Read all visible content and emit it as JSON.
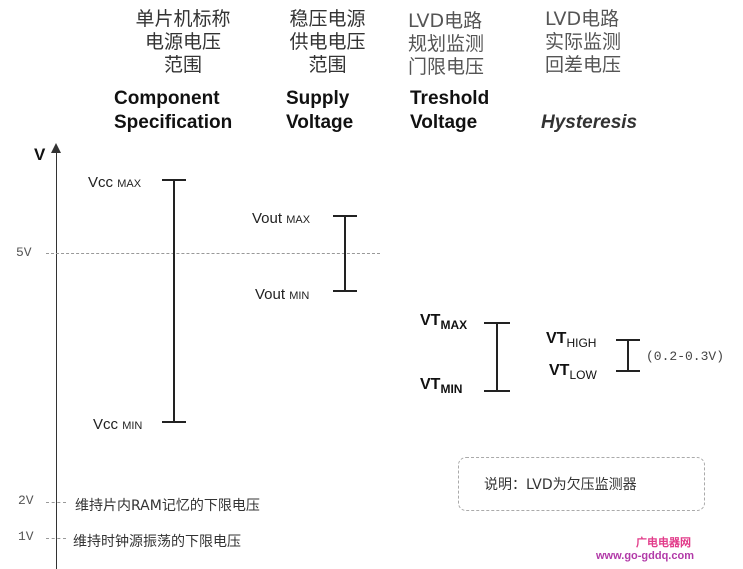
{
  "columns": [
    {
      "cn": [
        "单片机标称",
        "电源电压",
        "范围"
      ],
      "en": [
        "Component",
        "Specification"
      ]
    },
    {
      "cn": [
        "稳压电源",
        "供电电压",
        "范围"
      ],
      "en": [
        "Supply",
        "Voltage"
      ]
    },
    {
      "cn": [
        "LVD电路",
        "规划监测",
        "门限电压"
      ],
      "en": [
        "Treshold",
        "Voltage"
      ]
    },
    {
      "cn": [
        "LVD电路",
        "实际监测",
        "回差电压"
      ],
      "en": [
        "Hysteresis"
      ]
    }
  ],
  "axis": {
    "label": "V",
    "tick_5v": "5V",
    "tick_2v": "2V",
    "tick_1v": "1V"
  },
  "notes": {
    "ram": "维持片内RAM记忆的下限电压",
    "clock": "维持时钟源振荡的下限电压"
  },
  "labels": {
    "vcc": "Vcc",
    "vcc_max": "MAX",
    "vcc_min": "MIN",
    "vout": "Vout",
    "vout_max": "MAX",
    "vout_min": "MIN",
    "vt": "VT",
    "vt_max": "MAX",
    "vt_min": "MIN",
    "vt_high": "HIGH",
    "vt_low": "LOW",
    "hys_range": "(0.2-0.3V)"
  },
  "legend_note": "说明：LVD为欠压监测器",
  "watermark": {
    "line1": "广电电器网",
    "line2": "www.go-gddq.com"
  }
}
